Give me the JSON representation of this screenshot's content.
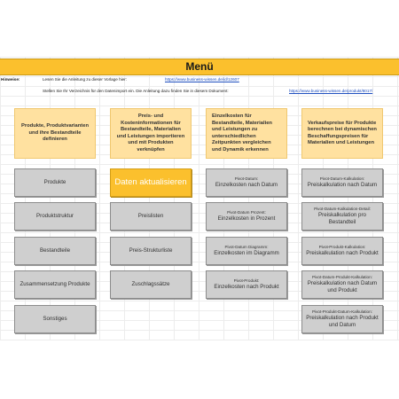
{
  "header": {
    "title": "Menü"
  },
  "hints": {
    "label": "Hinweise:",
    "line1_text": "Lesen Sie die Anleitung zu dieser Vorlage hier:",
    "line1_link": "https://www.business-wissen.de/id/12607",
    "line2_text": "Stellen Sie Ihr Verzeichnis für den Datenimport ein. Die Anleitung dazu finden Sie in diesem Dokument:",
    "line2_link": "https://www.business-wissen.de/produkt/8017/"
  },
  "categories": [
    "Produkte, Produktvarianten und ihre Bestandteile definieren",
    "Preis- und Kosteninformationen für Bestandteile, Materialien und Leistungen importieren und mit Produkten verknüpfen",
    "Einzelkosten für Bestandteile, Materialien und Leistungen zu unterschiedlichen Zeitpunkten vergleichen und Dynamik erkennen",
    "Verkaufspreise für Produkte berechnen bei dynamischen Beschaffungspreisen für Materialien und Leistungen"
  ],
  "col1": [
    "Produkte",
    "Produktstruktur",
    "Bestandteile",
    "Zusammensetzung Produkte",
    "Sonstiges"
  ],
  "col2": [
    "Daten aktualisieren",
    "Preislisten",
    "Preis-Strukturliste",
    "Zuschlagssätze"
  ],
  "col3": [
    {
      "small": "Pivot-Datum:",
      "main": "Einzelkosten nach Datum"
    },
    {
      "small": "Pivot-Datum Prozent:",
      "main": "Einzelkosten in Prozent"
    },
    {
      "small": "Pivot-Datum Diagramm:",
      "main": "Einzelkosten im Diagramm"
    },
    {
      "small": "Pivot-Produkt:",
      "main": "Einzelkosten nach Produkt"
    }
  ],
  "col4": [
    {
      "small": "Pivot-Datum-Kalkulation:",
      "main": "Preiskalkulation nach Datum"
    },
    {
      "small": "Pivot-Datum-Kalkulation-Detail:",
      "main": "Preiskalkulation pro Bestandteil"
    },
    {
      "small": "Pivot-Produkt-Kalkulation:",
      "main": "Preiskalkulation nach Produkt"
    },
    {
      "small": "Pivot-Datum-Produkt-Kalkulation:",
      "main": "Preiskalkulation nach Datum und Produkt"
    },
    {
      "small": "Pivot-Produkt-Datum-Kalkulation:",
      "main": "Preiskalkulation nach Produkt und Datum"
    }
  ],
  "colors": {
    "accent": "#fbc02d",
    "category_bg": "#ffe1a0",
    "button_bg": "#cfcfcf",
    "link": "#1f4fbf"
  }
}
